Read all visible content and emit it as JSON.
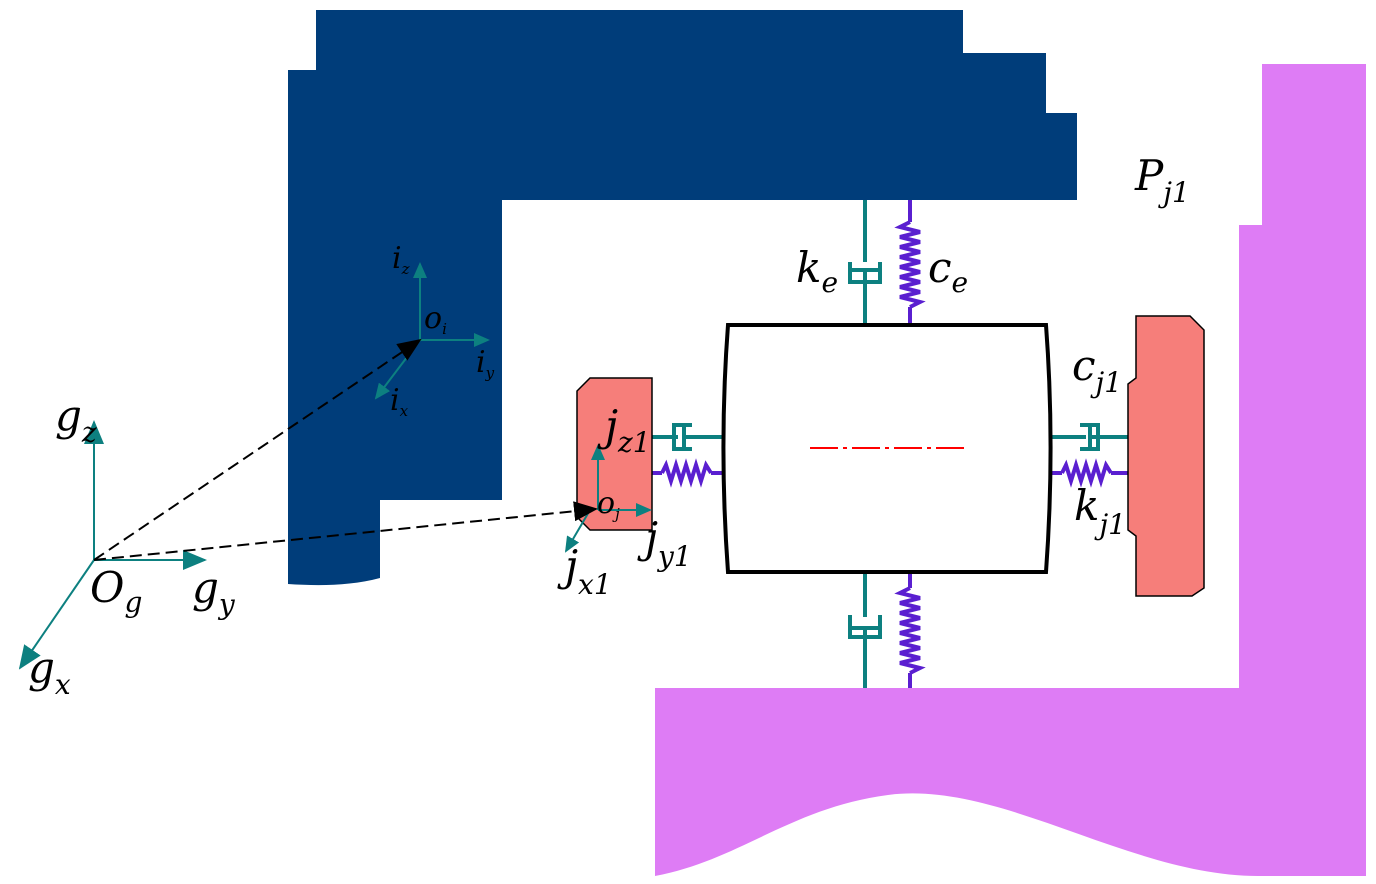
{
  "colors": {
    "housing": "#003d7a",
    "frame": "#de7cf5",
    "bearing": "#f67e7a",
    "damper": "#0d8080",
    "spring": "#5a1fd0",
    "axis": "#0d8080",
    "centerline": "#ff0000"
  },
  "labels": {
    "pj": "P",
    "pj_sub": "j1",
    "ke": "k",
    "ke_sub": "e",
    "ce": "c",
    "ce_sub": "e",
    "cj": "c",
    "cj_sub": "j1",
    "kj": "k",
    "kj_sub": "j1",
    "iz": "i",
    "iz_sub": "z",
    "iy": "i",
    "iy_sub": "y",
    "ix": "i",
    "ix_sub": "x",
    "oi": "o",
    "oi_sub": "i",
    "gz": "g",
    "gz_sub": "z",
    "gy": "g",
    "gy_sub": "y",
    "gx": "g",
    "gx_sub": "x",
    "og": "O",
    "og_sub": "g",
    "jz": "j",
    "jz_sub": "z1",
    "jy": "j",
    "jy_sub": "y1",
    "jx": "j",
    "jx_sub": "x1",
    "oj": "o",
    "oj_sub": "j"
  }
}
